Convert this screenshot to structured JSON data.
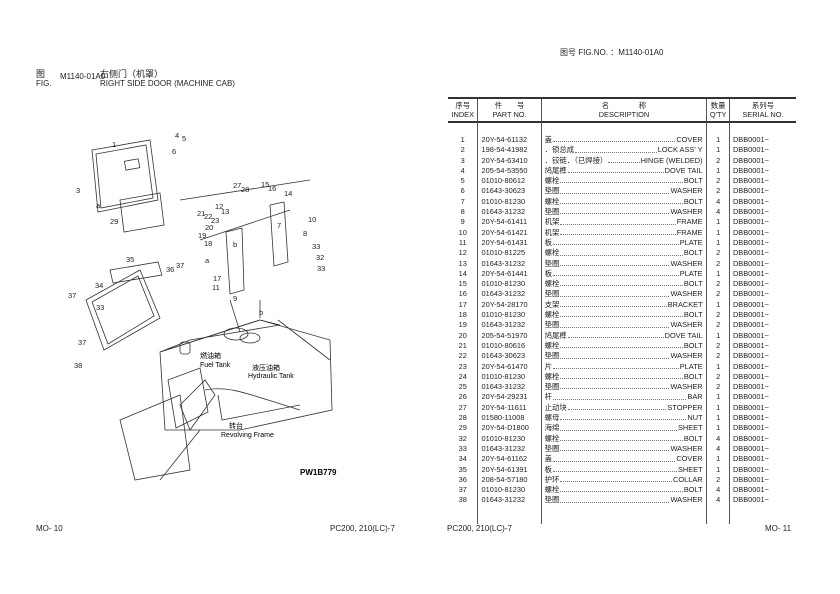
{
  "header": {
    "fig_label_cn": "图",
    "fig_label_en": "FIG.",
    "fig_no": "M1140-01A0",
    "title_cn": "右侧门（机罩）",
    "title_en": "RIGHT SIDE DOOR (MACHINE CAB)",
    "right_fig_label": "图号 FIG.NO. ：M1140-01A0"
  },
  "diagram": {
    "callouts": [
      "1",
      "4",
      "5",
      "6",
      "3",
      "a",
      "29",
      "27",
      "28",
      "15",
      "16",
      "14",
      "12",
      "13",
      "21",
      "22",
      "23",
      "20",
      "19",
      "18",
      "7",
      "10",
      "8",
      "33",
      "32",
      "33",
      "35",
      "36",
      "37",
      "34",
      "37",
      "33",
      "37",
      "38",
      "a",
      "11",
      "9",
      "17",
      "b",
      "b"
    ],
    "fuel_tank_cn": "燃油箱",
    "fuel_tank_en": "Fuel Tank",
    "hyd_tank_cn": "液压油箱",
    "hyd_tank_en": "Hydraulic Tank",
    "rev_frame_cn": "转台",
    "rev_frame_en": "Revolving Frame",
    "drawing_no": "PW1B779"
  },
  "table": {
    "headers": [
      {
        "cn": "序号",
        "en": "INDEX"
      },
      {
        "cn": "件　　号",
        "en": "PART NO."
      },
      {
        "cn": "名　　　　称",
        "en": "DESCRIPTION"
      },
      {
        "cn": "数量",
        "en": "Q'TY"
      },
      {
        "cn": "系列号",
        "en": "SERIAL NO."
      }
    ],
    "rows": [
      {
        "index": "1",
        "part": "20Y-54-61132",
        "cn": "盖",
        "en": "COVER",
        "qty": "1",
        "serial": "DBB0001~"
      },
      {
        "index": "2",
        "part": "198-54-41982",
        "cn": "．锁总成",
        "en": "LOCK ASS' Y",
        "qty": "1",
        "serial": "DBB0001~"
      },
      {
        "index": "3",
        "part": "20Y-54-63410",
        "cn": "．铰链．（已焊接）",
        "en": "HINGE (WELDED)",
        "qty": "2",
        "serial": "DBB0001~"
      },
      {
        "index": "4",
        "part": "205-54-53550",
        "cn": "鸠尾榫",
        "en": "DOVE TAIL",
        "qty": "1",
        "serial": "DBB0001~"
      },
      {
        "index": "5",
        "part": "01010-80612",
        "cn": "螺栓",
        "en": "BOLT",
        "qty": "2",
        "serial": "DBB0001~"
      },
      {
        "index": "6",
        "part": "01643-30623",
        "cn": "垫圈",
        "en": "WASHER",
        "qty": "2",
        "serial": "DBB0001~"
      },
      {
        "index": "7",
        "part": "01010-81230",
        "cn": "螺栓",
        "en": "BOLT",
        "qty": "4",
        "serial": "DBB0001~"
      },
      {
        "index": "8",
        "part": "01643-31232",
        "cn": "垫圈",
        "en": "WASHER",
        "qty": "4",
        "serial": "DBB0001~"
      },
      {
        "index": "9",
        "part": "20Y-54-61411",
        "cn": "机架",
        "en": "FRAME",
        "qty": "1",
        "serial": "DBB0001~"
      },
      {
        "index": "10",
        "part": "20Y-54-61421",
        "cn": "机架",
        "en": "FRAME",
        "qty": "1",
        "serial": "DBB0001~"
      },
      {
        "index": "11",
        "part": "20Y-54-61431",
        "cn": "板",
        "en": "PLATE",
        "qty": "1",
        "serial": "DBB0001~"
      },
      {
        "index": "12",
        "part": "01010-81225",
        "cn": "螺栓",
        "en": "BOLT",
        "qty": "2",
        "serial": "DBB0001~"
      },
      {
        "index": "13",
        "part": "01643-31232",
        "cn": "垫圈",
        "en": "WASHER",
        "qty": "2",
        "serial": "DBB0001~"
      },
      {
        "index": "14",
        "part": "20Y-54-61441",
        "cn": "板",
        "en": "PLATE",
        "qty": "1",
        "serial": "DBB0001~"
      },
      {
        "index": "15",
        "part": "01010-81230",
        "cn": "螺栓",
        "en": "BOLT",
        "qty": "2",
        "serial": "DBB0001~"
      },
      {
        "index": "16",
        "part": "01643-31232",
        "cn": "垫圈",
        "en": "WASHER",
        "qty": "2",
        "serial": "DBB0001~"
      },
      {
        "index": "17",
        "part": "20Y-54-28170",
        "cn": "支架",
        "en": "BRACKET",
        "qty": "1",
        "serial": "DBB0001~"
      },
      {
        "index": "18",
        "part": "01010-81230",
        "cn": "螺栓",
        "en": "BOLT",
        "qty": "2",
        "serial": "DBB0001~"
      },
      {
        "index": "19",
        "part": "01643-31232",
        "cn": "垫圈",
        "en": "WASHER",
        "qty": "2",
        "serial": "DBB0001~"
      },
      {
        "index": "20",
        "part": "205-54-51970",
        "cn": "鸠尾榫",
        "en": "DOVE TAIL",
        "qty": "1",
        "serial": "DBB0001~"
      },
      {
        "index": "21",
        "part": "01010-80616",
        "cn": "螺栓",
        "en": "BOLT",
        "qty": "2",
        "serial": "DBB0001~"
      },
      {
        "index": "22",
        "part": "01643-30623",
        "cn": "垫圈",
        "en": "WASHER",
        "qty": "2",
        "serial": "DBB0001~"
      },
      {
        "index": "23",
        "part": "20Y-54-61470",
        "cn": "片",
        "en": "PLATE",
        "qty": "1",
        "serial": "DBB0001~"
      },
      {
        "index": "24",
        "part": "01010-81230",
        "cn": "螺栓",
        "en": "BOLT",
        "qty": "2",
        "serial": "DBB0001~"
      },
      {
        "index": "25",
        "part": "01643-31232",
        "cn": "垫圈",
        "en": "WASHER",
        "qty": "2",
        "serial": "DBB0001~"
      },
      {
        "index": "26",
        "part": "20Y-54-29231",
        "cn": "杆",
        "en": "BAR",
        "qty": "1",
        "serial": "DBB0001~"
      },
      {
        "index": "27",
        "part": "20Y-54-11611",
        "cn": "止动块",
        "en": "STOPPER",
        "qty": "1",
        "serial": "DBB0001~"
      },
      {
        "index": "28",
        "part": "01580-11008",
        "cn": "螺母",
        "en": "NUT",
        "qty": "1",
        "serial": "DBB0001~"
      },
      {
        "index": "29",
        "part": "20Y-54-D1800",
        "cn": "海绵",
        "en": "SHEET",
        "qty": "1",
        "serial": "DBB0001~"
      },
      {
        "index": "32",
        "part": "01010-81230",
        "cn": "螺栓",
        "en": "BOLT",
        "qty": "4",
        "serial": "DBB0001~"
      },
      {
        "index": "33",
        "part": "01643-31232",
        "cn": "垫圈",
        "en": "WASHER",
        "qty": "4",
        "serial": "DBB0001~"
      },
      {
        "index": "34",
        "part": "20Y-54-61162",
        "cn": "盖",
        "en": "COVER",
        "qty": "1",
        "serial": "DBB0001~"
      },
      {
        "index": "35",
        "part": "20Y-54-61391",
        "cn": "板",
        "en": "SHEET",
        "qty": "1",
        "serial": "DBB0001~"
      },
      {
        "index": "36",
        "part": "208-54-57180",
        "cn": "护环",
        "en": "COLLAR",
        "qty": "2",
        "serial": "DBB0001~"
      },
      {
        "index": "37",
        "part": "01010-81230",
        "cn": "螺栓",
        "en": "BOLT",
        "qty": "4",
        "serial": "DBB0001~"
      },
      {
        "index": "38",
        "part": "01643-31232",
        "cn": "垫圈",
        "en": "WASHER",
        "qty": "4",
        "serial": "DBB0001~"
      }
    ]
  },
  "footer": {
    "left_page": "MO- 10",
    "left_model": "PC200, 210(LC)-7",
    "right_model": "PC200, 210(LC)-7",
    "right_page": "MO- 11"
  }
}
